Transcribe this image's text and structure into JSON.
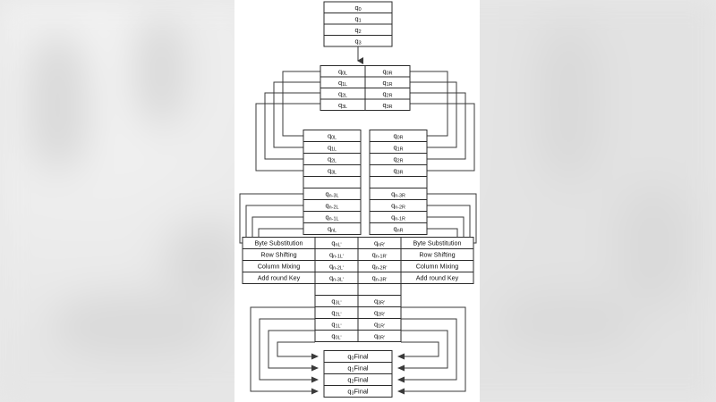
{
  "diagram": {
    "title": "AES block encryption flow diagram",
    "colors": {
      "line": "#3a3a3a",
      "box_border": "#2b2b2b",
      "box_fill": "#ffffff",
      "page": "#ffffff",
      "backdrop": "#e6e6e6"
    },
    "blocks": [
      {
        "name": "input-block",
        "rows": [
          {
            "base": "q",
            "sub": "0"
          },
          {
            "base": "q",
            "sub": "1"
          },
          {
            "base": "q",
            "sub": "2"
          },
          {
            "base": "q",
            "sub": "3"
          }
        ]
      },
      {
        "name": "split-block",
        "left_rows": [
          {
            "base": "q",
            "sub": "0L"
          },
          {
            "base": "q",
            "sub": "1L"
          },
          {
            "base": "q",
            "sub": "2L"
          },
          {
            "base": "q",
            "sub": "3L"
          }
        ],
        "right_rows": [
          {
            "base": "q",
            "sub": "0R"
          },
          {
            "base": "q",
            "sub": "1R"
          },
          {
            "base": "q",
            "sub": "2R"
          },
          {
            "base": "q",
            "sub": "3R"
          }
        ]
      },
      {
        "name": "left-stack",
        "rows": [
          {
            "base": "q",
            "sub": "0L"
          },
          {
            "base": "q",
            "sub": "1L"
          },
          {
            "base": "q",
            "sub": "2L"
          },
          {
            "base": "q",
            "sub": "3L"
          },
          {
            "base": "",
            "sub": ""
          },
          {
            "base": "q",
            "sub": "n-3L"
          },
          {
            "base": "q",
            "sub": "n-2L"
          },
          {
            "base": "q",
            "sub": "n-1L"
          },
          {
            "base": "q",
            "sub": "nL"
          }
        ]
      },
      {
        "name": "right-stack",
        "rows": [
          {
            "base": "q",
            "sub": "0R"
          },
          {
            "base": "q",
            "sub": "1R"
          },
          {
            "base": "q",
            "sub": "2R"
          },
          {
            "base": "q",
            "sub": "3R"
          },
          {
            "base": "",
            "sub": ""
          },
          {
            "base": "q",
            "sub": "n-3R"
          },
          {
            "base": "q",
            "sub": "n-2R"
          },
          {
            "base": "q",
            "sub": "n-1R"
          },
          {
            "base": "q",
            "sub": "nR"
          }
        ]
      },
      {
        "name": "transformed-block",
        "left_rows": [
          {
            "base": "q",
            "sub": "nL'"
          },
          {
            "base": "q",
            "sub": "n-1L'"
          },
          {
            "base": "q",
            "sub": "n-2L'"
          },
          {
            "base": "q",
            "sub": "n-3L'"
          },
          {
            "base": "",
            "sub": ""
          },
          {
            "base": "q",
            "sub": "3L'"
          },
          {
            "base": "q",
            "sub": "2L'"
          },
          {
            "base": "q",
            "sub": "1L'"
          },
          {
            "base": "q",
            "sub": "0L'"
          }
        ],
        "right_rows": [
          {
            "base": "q",
            "sub": "nR'"
          },
          {
            "base": "q",
            "sub": "n-1R'"
          },
          {
            "base": "q",
            "sub": "n-2R'"
          },
          {
            "base": "q",
            "sub": "n-3R'"
          },
          {
            "base": "",
            "sub": ""
          },
          {
            "base": "q",
            "sub": "3R'"
          },
          {
            "base": "q",
            "sub": "2R'"
          },
          {
            "base": "q",
            "sub": "1R'"
          },
          {
            "base": "q",
            "sub": "0R'"
          }
        ]
      },
      {
        "name": "output-block",
        "rows": [
          {
            "base": "q",
            "sub": "0",
            "suffix": "Final"
          },
          {
            "base": "q",
            "sub": "1",
            "suffix": "Final"
          },
          {
            "base": "q",
            "sub": "2",
            "suffix": "Final"
          },
          {
            "base": "q",
            "sub": "3",
            "suffix": "Final"
          }
        ]
      }
    ],
    "round_operations_left": [
      "Byte Substitution",
      "Row Shifting",
      "Column Mixing",
      "Add round Key"
    ],
    "round_operations_right": [
      "Byte Substitution",
      "Row Shifting",
      "Column Mixing",
      "Add round Key"
    ]
  }
}
